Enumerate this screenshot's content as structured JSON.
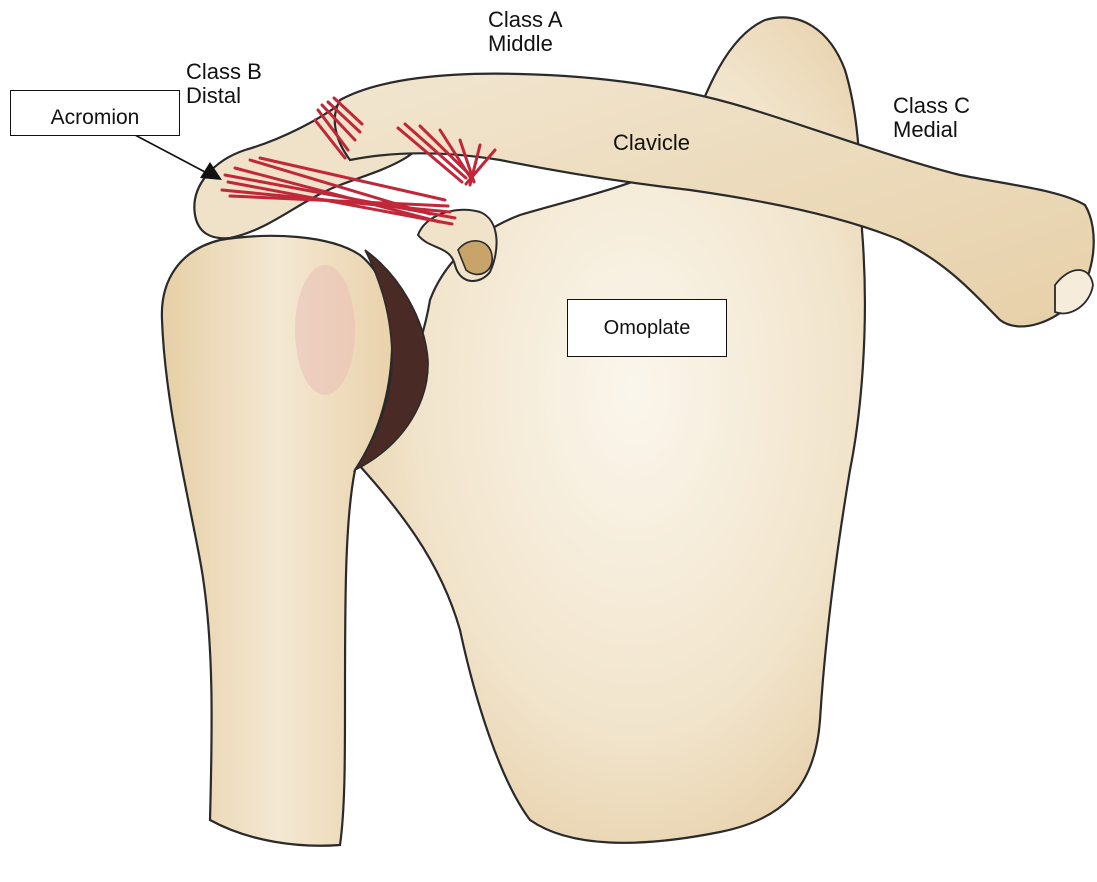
{
  "labels": {
    "class_a": [
      "Class A",
      "Middle"
    ],
    "class_b": [
      "Class B",
      "Distal"
    ],
    "class_c": [
      "Class C",
      "Medial"
    ],
    "clavicle": "Clavicle",
    "acromion": "Acromion",
    "omoplate": "Omoplate"
  },
  "colors": {
    "bone": "#efe3cc",
    "bone_shade": "#d9b98a",
    "ligament": "#c0283a",
    "cartilage": "#4a2a24",
    "outline": "#2a2a2a"
  }
}
